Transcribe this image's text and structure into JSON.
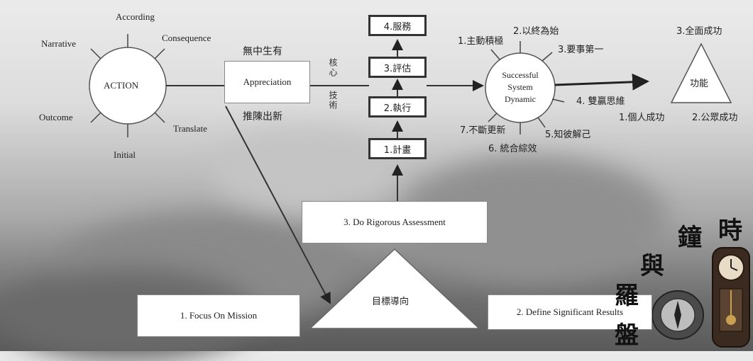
{
  "action_wheel": {
    "center": "ACTION",
    "spokes": [
      "According",
      "Consequence",
      "Translate",
      "Initial",
      "Outcome",
      "Narrative"
    ]
  },
  "appreciation": {
    "label": "Appreciation",
    "above": "無中生有",
    "below": "推陳出新"
  },
  "core": {
    "top": "核心",
    "bottom": "技術"
  },
  "steps": [
    "1.計畫",
    "2.執行",
    "3.評估",
    "4.服務"
  ],
  "dynamic": {
    "center": "Successful System Dynamic",
    "around": [
      "1.主動積極",
      "2.以終為始",
      "3.要事第一",
      "4. 雙贏思維",
      "5.知彼解己",
      "6. 統合綜效",
      "7.不斷更新"
    ]
  },
  "result_triangle": {
    "top": "3.全面成功",
    "label": "功能",
    "bottom_left": "1.個人成功",
    "bottom_right": "2.公眾成功"
  },
  "assessment": "3. Do Rigorous Assessment",
  "mission_box": "1. Focus On Mission",
  "goal_triangle": "目標導向",
  "results_box": "2. Define Significant Results",
  "decor_chars": [
    "時",
    "鐘",
    "與",
    "羅",
    "盤"
  ],
  "colors": {
    "line": "#333333",
    "box_fill": "#ffffff"
  }
}
